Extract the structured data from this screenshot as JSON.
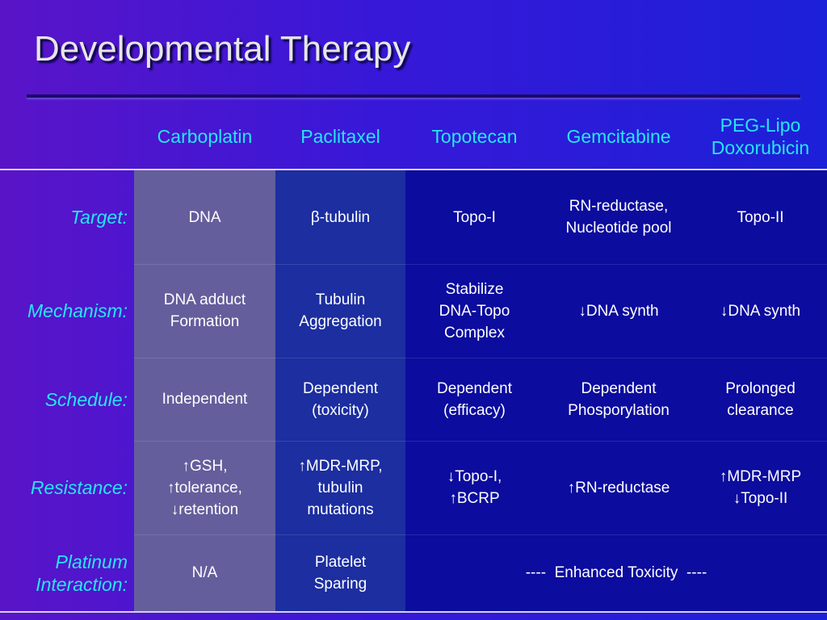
{
  "slide": {
    "title": "Developmental Therapy"
  },
  "columns": [
    "Carboplatin",
    "Paclitaxel",
    "Topotecan",
    "Gemcitabine",
    "PEG-Lipo\nDoxorubicin"
  ],
  "rows": [
    {
      "label": "Target:",
      "cells": [
        "DNA",
        "β-tubulin",
        "Topo-I",
        "RN-reductase,\nNucleotide pool",
        "Topo-II"
      ]
    },
    {
      "label": "Mechanism:",
      "cells": [
        "DNA adduct\nFormation",
        "Tubulin\nAggregation",
        "Stabilize\nDNA-Topo\nComplex",
        "↓DNA synth",
        "↓DNA synth"
      ]
    },
    {
      "label": "Schedule:",
      "cells": [
        "Independent",
        "Dependent\n(toxicity)",
        "Dependent\n(efficacy)",
        "Dependent\nPhosporylation",
        "Prolonged\nclearance"
      ]
    },
    {
      "label": "Resistance:",
      "cells": [
        "↑GSH,\n↑tolerance,\n↓retention",
        "↑MDR-MRP,\ntubulin\nmutations",
        "↓Topo-I,\n↑BCRP",
        "↑RN-reductase",
        "↑MDR-MRP\n↓Topo-II"
      ]
    },
    {
      "label": "Platinum\nInteraction:",
      "cells": [
        "N/A",
        "Platelet\nSparing"
      ],
      "merged": "----  Enhanced Toxicity  ----"
    }
  ],
  "colors": {
    "header_text": "#25e6f0",
    "carboplatin_bg": "#645e9c",
    "paclitaxel_bg": "#1c2ea0",
    "other_bg": "#0c0c9e"
  }
}
